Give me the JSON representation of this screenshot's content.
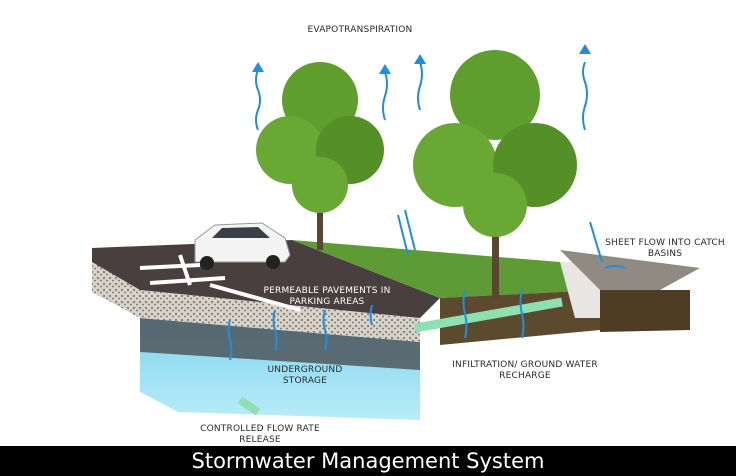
{
  "title": "Stormwater Management System",
  "labels": {
    "evapotranspiration": "EVAPOTRANSPIRATION",
    "sheet_flow": [
      "SHEET FLOW INTO CATCH",
      "BASINS"
    ],
    "permeable": [
      "PERMEABLE PAVEMENTS IN",
      "PARKING AREAS"
    ],
    "storage": "UNDERGROUND STORAGE",
    "infiltration": [
      "INFILTRATION/ GROUND WATER",
      "RECHARGE"
    ],
    "release": [
      "CONTROLLED FLOW RATE",
      "RELEASE"
    ]
  },
  "colors": {
    "water": "#1e8fe0",
    "asphalt": "#4a3f3f",
    "grass": "#5e9b35",
    "soil": "#5b4a2e",
    "pipe": "#8fe0b0",
    "foliage": "#5f9e2c"
  }
}
